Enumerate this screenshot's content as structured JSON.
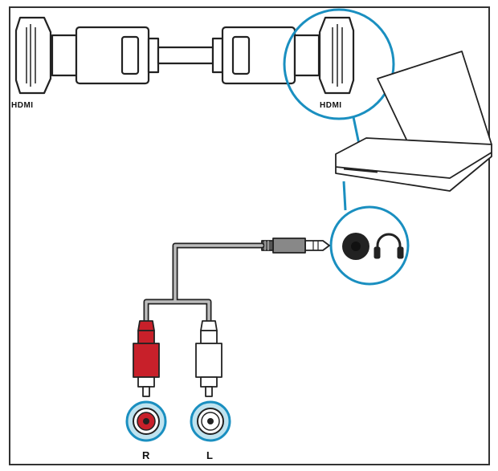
{
  "labels": {
    "hdmi_left": "HDMI",
    "hdmi_right": "HDMI",
    "right_channel": "R",
    "left_channel": "L"
  },
  "icons": {
    "headphone": "headphone-icon",
    "audio_jack": "audio-jack-icon"
  },
  "colors": {
    "callout": "#1a8fc0",
    "rca_red": "#c8202a",
    "rca_white": "#ffffff",
    "outline": "#222222",
    "jack_ring_fill": "#bfe3ef"
  }
}
